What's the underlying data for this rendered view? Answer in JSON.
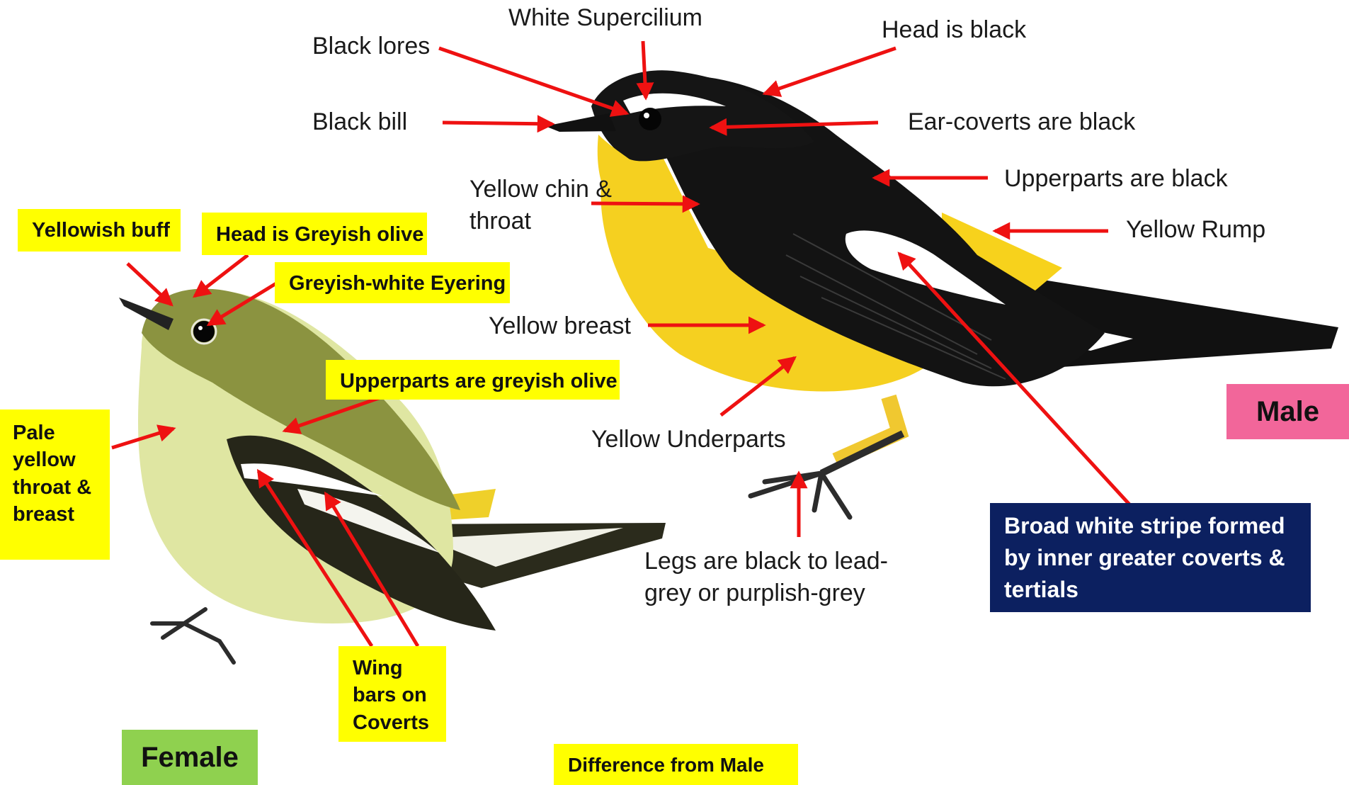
{
  "male_labels": {
    "white_supercilium": "White Supercilium",
    "head_black": "Head is black",
    "black_lores": "Black lores",
    "black_bill": "Black bill",
    "ear_coverts": "Ear-coverts are black",
    "yellow_chin_1": "Yellow chin &",
    "yellow_chin_2": "throat",
    "upperparts_black": "Upperparts are black",
    "yellow_rump": "Yellow Rump",
    "yellow_breast": "Yellow breast",
    "yellow_underparts": "Yellow Underparts",
    "legs_1": "Legs are black to lead-",
    "legs_2": "grey or purplish-grey",
    "white_stripe_1": "Broad white stripe formed",
    "white_stripe_2": "by inner greater coverts &",
    "white_stripe_3": "tertials"
  },
  "female_labels": {
    "yellowish_buff": "Yellowish buff",
    "head_greyish_olive": "Head is Greyish olive",
    "eyering": "Greyish-white Eyering",
    "upperparts_olive": "Upperparts are greyish olive",
    "pale_1": "Pale",
    "pale_2": "yellow",
    "pale_3": "throat &",
    "pale_4": "breast",
    "wing_1": "Wing",
    "wing_2": "bars on",
    "wing_3": "Coverts"
  },
  "tags": {
    "male": "Male",
    "female": "Female",
    "legend": "Difference from Male"
  },
  "colors": {
    "arrow": "#ee1111",
    "highlight": "#ffff00",
    "male_tag": "#f2669a",
    "female_tag": "#8fd14f",
    "note_box": "#0c2060"
  }
}
